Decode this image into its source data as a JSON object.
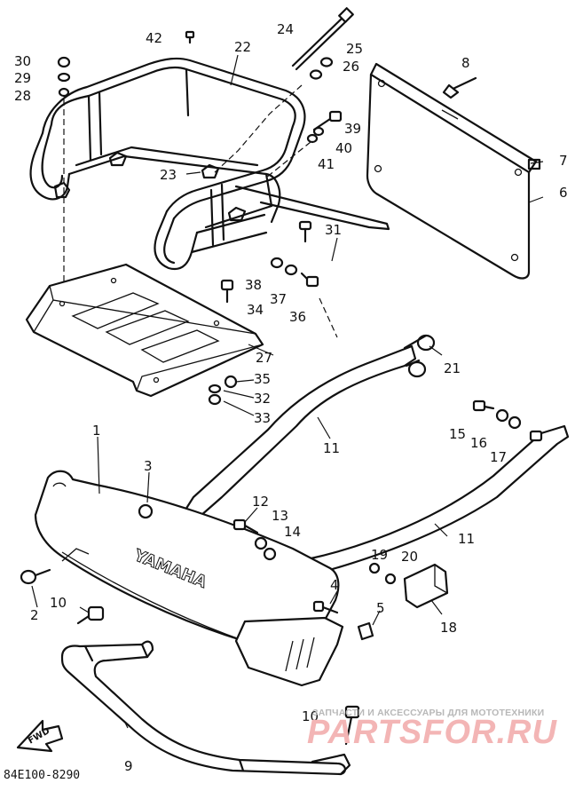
{
  "diagram": {
    "drawing_code": "84E100-8290",
    "direction_marker": "FWD",
    "callouts": [
      {
        "id": "42",
        "label": "42"
      },
      {
        "id": "24",
        "label": "24"
      },
      {
        "id": "22",
        "label": "22"
      },
      {
        "id": "30",
        "label": "30"
      },
      {
        "id": "29",
        "label": "29"
      },
      {
        "id": "28",
        "label": "28"
      },
      {
        "id": "25",
        "label": "25"
      },
      {
        "id": "26",
        "label": "26"
      },
      {
        "id": "8",
        "label": "8"
      },
      {
        "id": "39",
        "label": "39"
      },
      {
        "id": "40",
        "label": "40"
      },
      {
        "id": "41",
        "label": "41"
      },
      {
        "id": "23",
        "label": "23"
      },
      {
        "id": "7",
        "label": "7"
      },
      {
        "id": "6",
        "label": "6"
      },
      {
        "id": "31",
        "label": "31"
      },
      {
        "id": "38",
        "label": "38"
      },
      {
        "id": "37",
        "label": "37"
      },
      {
        "id": "34",
        "label": "34"
      },
      {
        "id": "36",
        "label": "36"
      },
      {
        "id": "27",
        "label": "27"
      },
      {
        "id": "21",
        "label": "21"
      },
      {
        "id": "35",
        "label": "35"
      },
      {
        "id": "32",
        "label": "32"
      },
      {
        "id": "33",
        "label": "33"
      },
      {
        "id": "11a",
        "label": "11"
      },
      {
        "id": "15",
        "label": "15"
      },
      {
        "id": "16",
        "label": "16"
      },
      {
        "id": "17",
        "label": "17"
      },
      {
        "id": "1",
        "label": "1"
      },
      {
        "id": "3",
        "label": "3"
      },
      {
        "id": "12",
        "label": "12"
      },
      {
        "id": "13",
        "label": "13"
      },
      {
        "id": "14",
        "label": "14"
      },
      {
        "id": "11b",
        "label": "11"
      },
      {
        "id": "19",
        "label": "19"
      },
      {
        "id": "20",
        "label": "20"
      },
      {
        "id": "2",
        "label": "2"
      },
      {
        "id": "10a",
        "label": "10"
      },
      {
        "id": "4",
        "label": "4"
      },
      {
        "id": "5",
        "label": "5"
      },
      {
        "id": "18",
        "label": "18"
      },
      {
        "id": "10b",
        "label": "10"
      },
      {
        "id": "9",
        "label": "9"
      }
    ]
  },
  "watermark": {
    "tagline": "ЗАПЧАСТИ И АКСЕССУАРЫ ДЛЯ МОТОТЕХНИКИ",
    "logo": "PARTSFOR.RU"
  }
}
